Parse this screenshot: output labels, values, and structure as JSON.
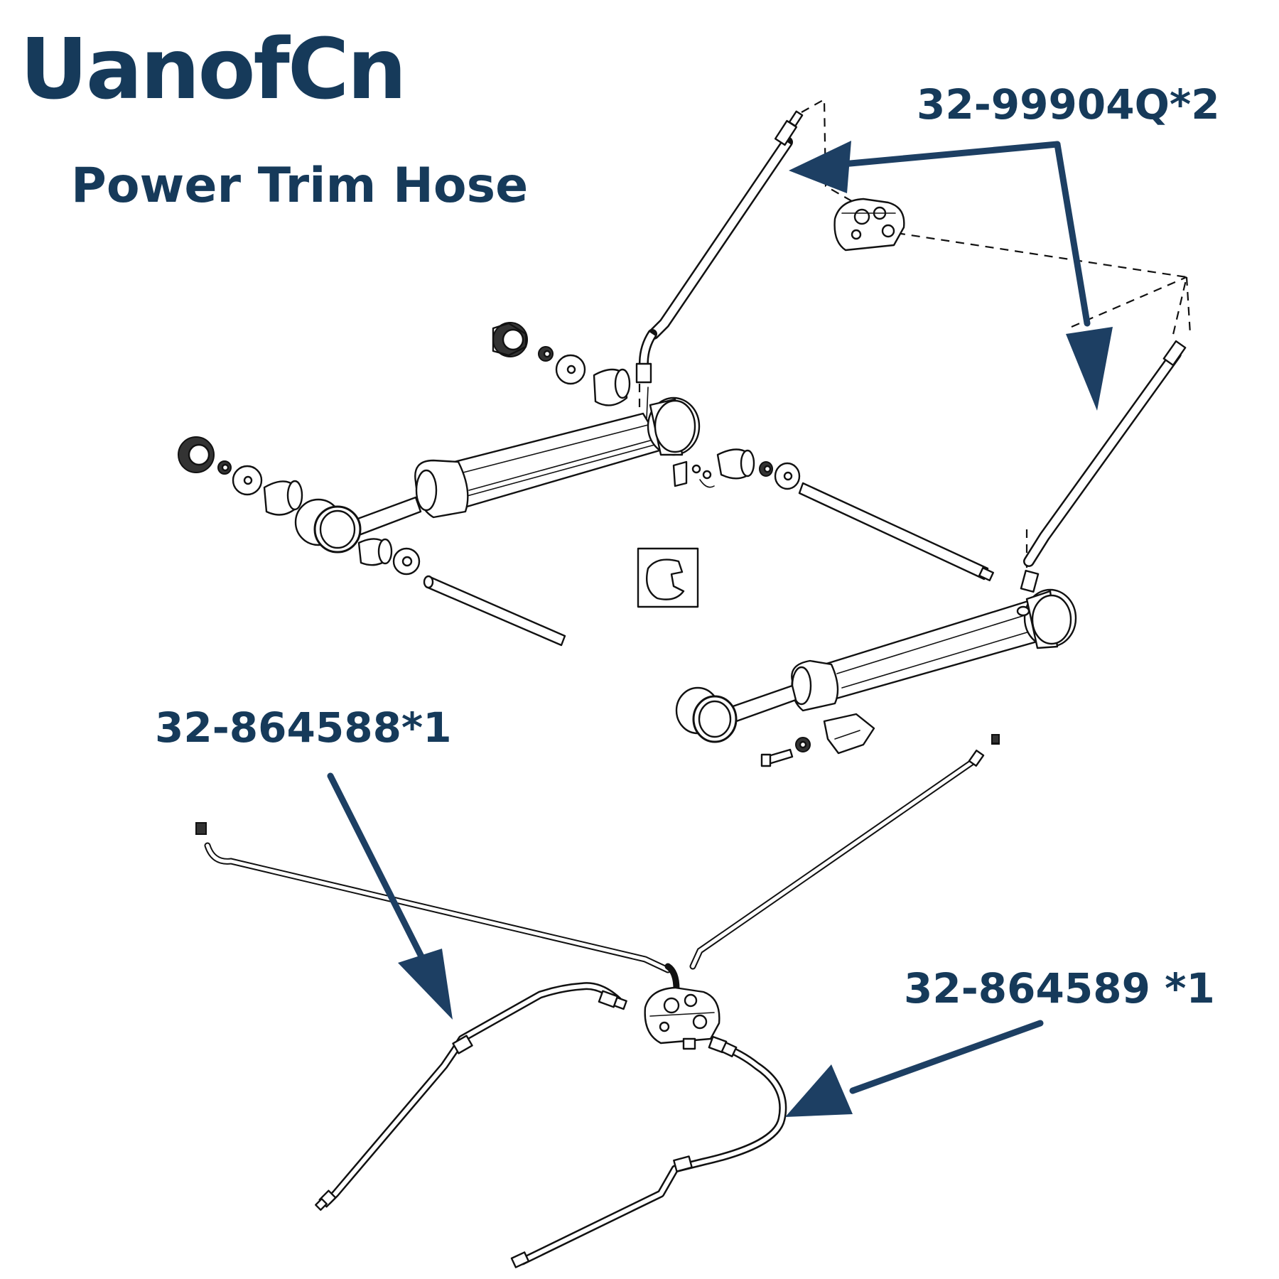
{
  "brand": "UanofCn",
  "subtitle": "Power Trim Hose",
  "labels": {
    "hose_pair": "32-99904Q*2",
    "hose_left": "32-864588*1",
    "hose_right": "32-864589 *1"
  },
  "colors": {
    "text": "#163a5a",
    "arrow": "#1d3f63",
    "line_art": "#111111",
    "background": "#ffffff"
  }
}
